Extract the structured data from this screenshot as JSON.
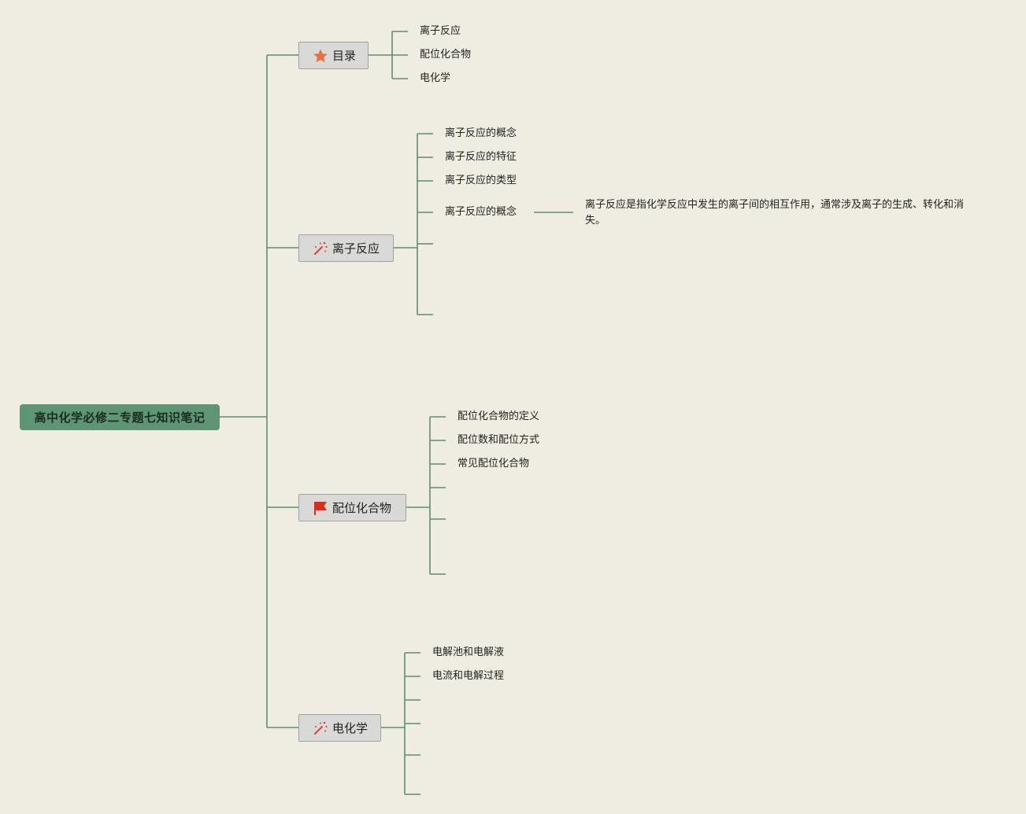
{
  "root": {
    "label": "高中化学必修二专题七知识笔记"
  },
  "branches": [
    {
      "label": "目录",
      "icon": "star-icon",
      "children": [
        "离子反应",
        "配位化合物",
        "电化学"
      ]
    },
    {
      "label": "离子反应",
      "icon": "magic-wand-icon",
      "children": [
        "离子反应的概念",
        "离子反应的特征",
        "离子反应的类型",
        "离子反应的概念"
      ],
      "note": "离子反应是指化学反应中发生的离子间的相互作用，通常涉及离子的生成、转化和消失。"
    },
    {
      "label": "配位化合物",
      "icon": "flag-icon",
      "children": [
        "配位化合物的定义",
        "配位数和配位方式",
        "常见配位化合物"
      ]
    },
    {
      "label": "电化学",
      "icon": "magic-wand-icon",
      "children": [
        "电解池和电解液",
        "电流和电解过程"
      ]
    }
  ],
  "colors": {
    "background": "#efece2",
    "root_fill": "#5e9675",
    "branch_fill": "#d9d9d7",
    "connector": "#5a8f78",
    "star": "#e8703a",
    "flag": "#e02a1c",
    "wand": "#d8442c"
  }
}
